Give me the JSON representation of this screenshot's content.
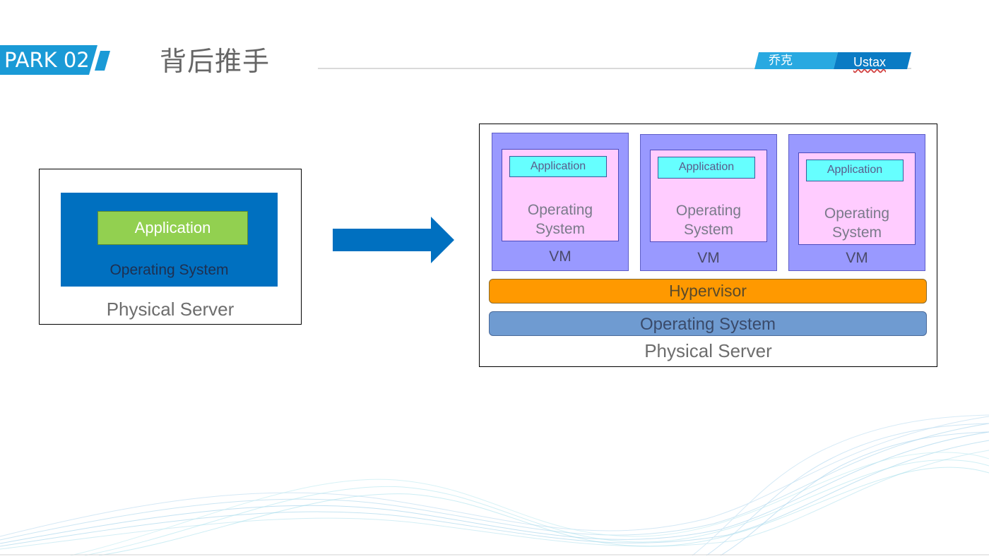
{
  "header": {
    "section_tag": "PARK 02",
    "title": "背后推手",
    "author_cn": "乔克",
    "author_en": "Ustax"
  },
  "colors": {
    "accent_blue": "#1a9ad6",
    "os_blue": "#0070c0",
    "app_green": "#92d050",
    "vm_purple": "#9999ff",
    "guest_os_pink": "#ffccff",
    "vm_app_cyan": "#66ffff",
    "hypervisor_orange": "#ff9900",
    "host_os_blue": "#6f9bd1"
  },
  "left_diagram": {
    "app_label": "Application",
    "os_label": "Operating System",
    "server_label": "Physical Server"
  },
  "right_diagram": {
    "vms": [
      {
        "app": "Application",
        "os_line1": "Operating",
        "os_line2": "System",
        "label": "VM"
      },
      {
        "app": "Application",
        "os_line1": "Operating",
        "os_line2": "System",
        "label": "VM"
      },
      {
        "app": "Application",
        "os_line1": "Operating",
        "os_line2": "System",
        "label": "VM"
      }
    ],
    "hypervisor_label": "Hypervisor",
    "host_os_label": "Operating System",
    "server_label": "Physical Server"
  }
}
